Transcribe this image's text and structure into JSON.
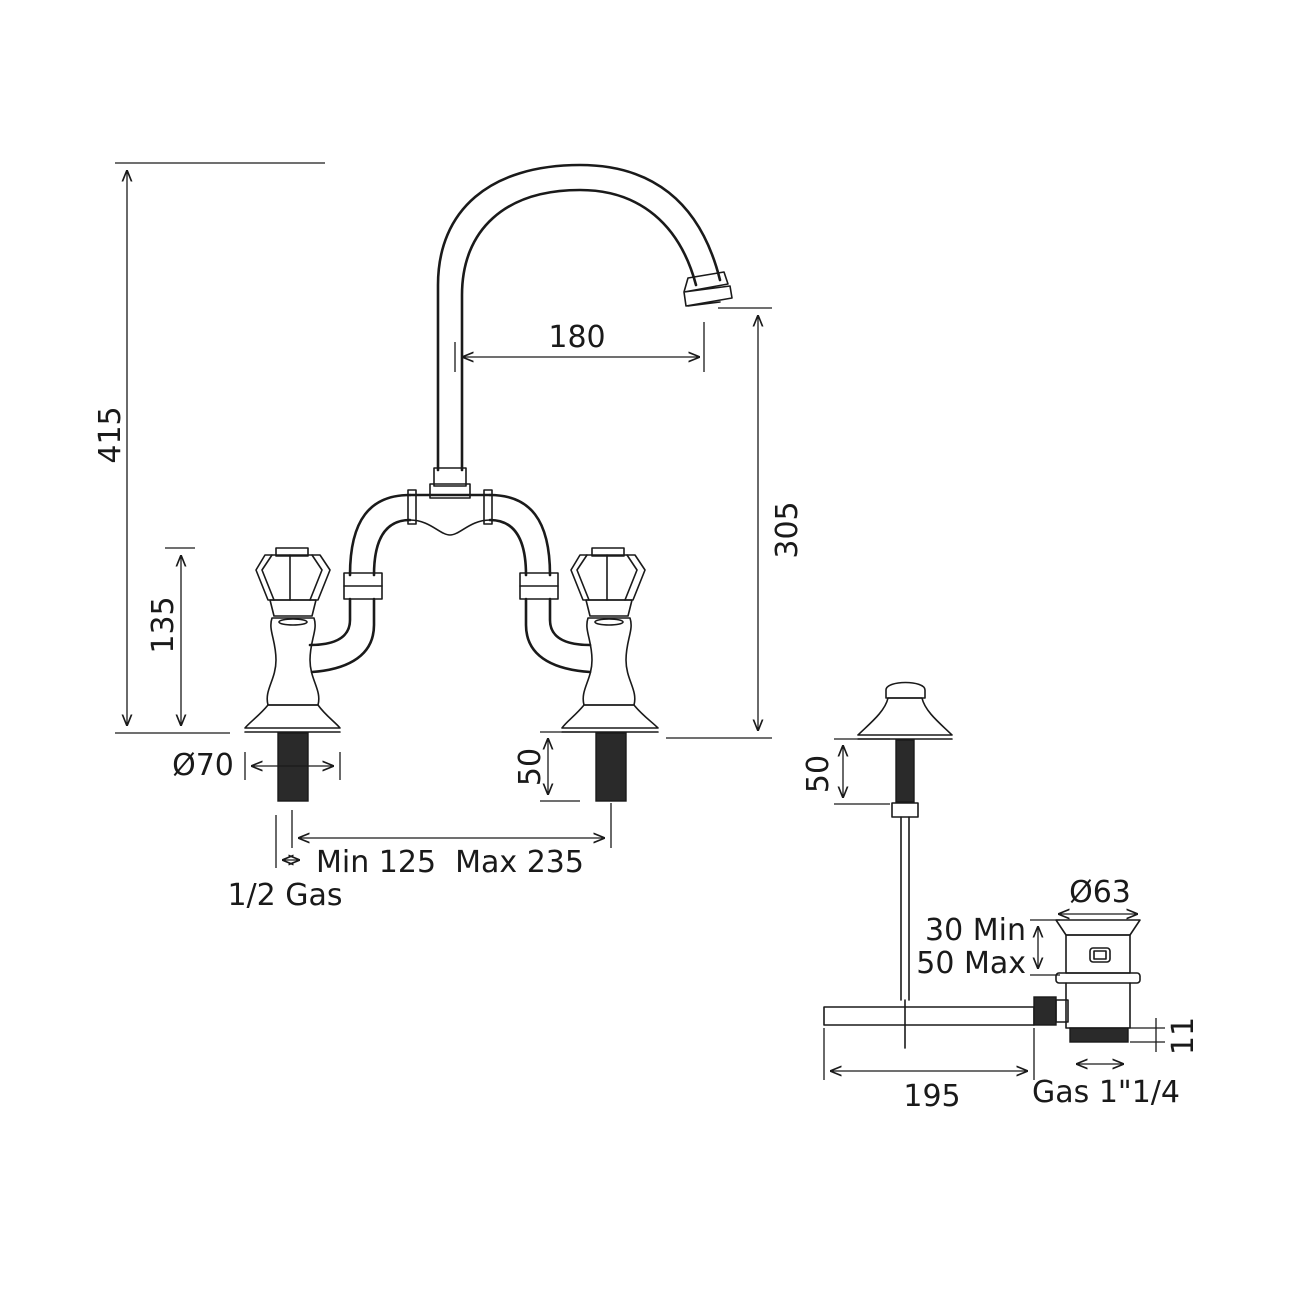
{
  "dimensions": {
    "total_height": "415",
    "spout_reach": "180",
    "spout_height": "305",
    "handle_height": "135",
    "base_diameter": "Ø70",
    "shank_length_left": "50",
    "center_distance": "Min 125  Max 235",
    "inlet_thread": "1/2 Gas",
    "pop_up_rod_length": "50",
    "waste_diameter": "Ø63",
    "waste_min": "30 Min",
    "waste_max": "50 Max",
    "waste_thread_height": "11",
    "rod_length": "195",
    "waste_thread": "Gas 1\"1/4"
  },
  "colors": {
    "line": "#1a1a1a",
    "background": "#ffffff"
  }
}
